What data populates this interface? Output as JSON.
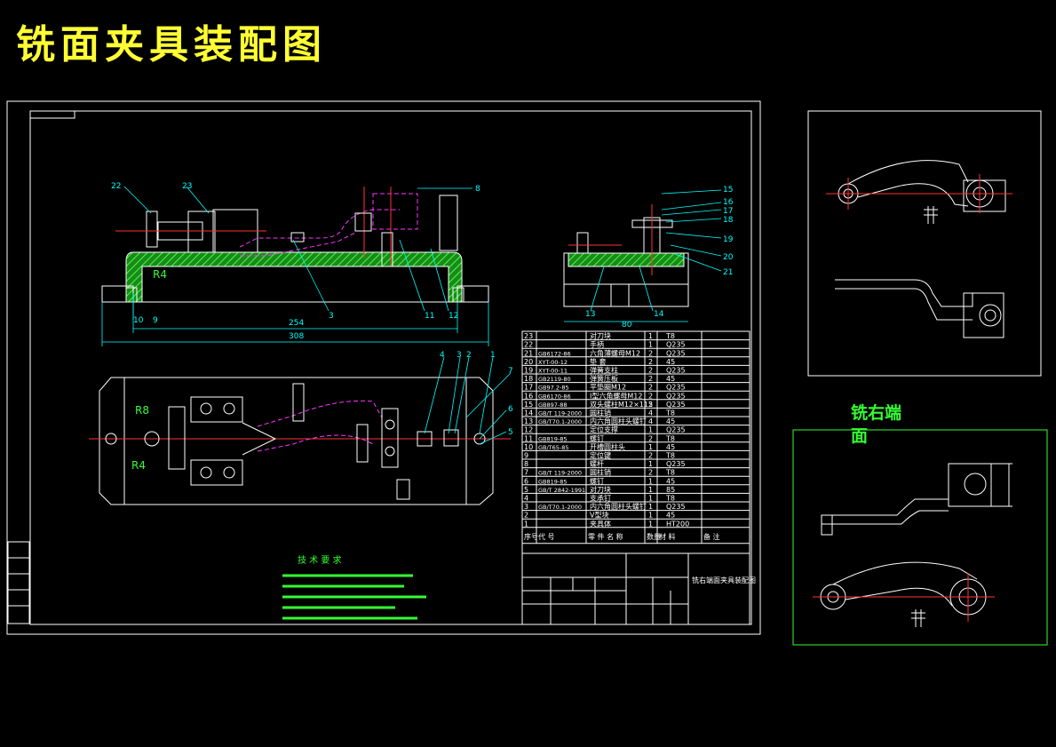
{
  "title": "铣面夹具装配图",
  "side_label": "铣右端面",
  "callouts": {
    "elevation": [
      "22",
      "23",
      "8",
      "R4",
      "10",
      "9",
      "3",
      "11",
      "12"
    ],
    "plan": [
      "4",
      "3",
      "2",
      "1",
      "7",
      "6",
      "5",
      "R8",
      "R4"
    ],
    "side": [
      "15",
      "16",
      "17",
      "18",
      "19",
      "20",
      "21",
      "13",
      "14"
    ]
  },
  "tech_requirements_title": "技 术 要 求",
  "bom_rows": [
    {
      "no": "23",
      "code": "",
      "name": "对刀块",
      "qty": "1",
      "mat": "T8"
    },
    {
      "no": "22",
      "code": "",
      "name": "手柄",
      "qty": "1",
      "mat": "Q235"
    },
    {
      "no": "21",
      "code": "GB6172-86",
      "name": "六角薄螺母M12",
      "qty": "2",
      "mat": "Q235"
    },
    {
      "no": "20",
      "code": "XYT-00-12",
      "name": "垫 套",
      "qty": "2",
      "mat": "45"
    },
    {
      "no": "19",
      "code": "XYT-00-11",
      "name": "弹簧支柱",
      "qty": "2",
      "mat": "Q235"
    },
    {
      "no": "18",
      "code": "GB2119-80",
      "name": "弹簧压板",
      "qty": "2",
      "mat": "45"
    },
    {
      "no": "17",
      "code": "GB97.2-85",
      "name": "平垫圈M12",
      "qty": "2",
      "mat": "Q235"
    },
    {
      "no": "16",
      "code": "GB6170-86",
      "name": "I型六角螺母M12",
      "qty": "2",
      "mat": "Q235"
    },
    {
      "no": "15",
      "code": "GB897-88",
      "name": "双头螺柱M12×115",
      "qty": "2",
      "mat": "Q235"
    },
    {
      "no": "14",
      "code": "GB/T 119-2000",
      "name": "圆柱销",
      "qty": "4",
      "mat": "T8"
    },
    {
      "no": "13",
      "code": "GB/T70.1-2000",
      "name": "内六角圆柱头螺钉",
      "qty": "4",
      "mat": "45"
    },
    {
      "no": "12",
      "code": "",
      "name": "定位支撑",
      "qty": "1",
      "mat": "Q235"
    },
    {
      "no": "11",
      "code": "GB819-85",
      "name": "螺钉",
      "qty": "2",
      "mat": "T8"
    },
    {
      "no": "10",
      "code": "GB/T65-85",
      "name": "开槽圆柱头",
      "qty": "1",
      "mat": "45"
    },
    {
      "no": "9",
      "code": "",
      "name": "定位键",
      "qty": "2",
      "mat": "T8"
    },
    {
      "no": "8",
      "code": "",
      "name": "螺杆",
      "qty": "1",
      "mat": "Q235"
    },
    {
      "no": "7",
      "code": "GB/T 119-2000",
      "name": "圆柱销",
      "qty": "2",
      "mat": "T8"
    },
    {
      "no": "6",
      "code": "GB819-85",
      "name": "螺钉",
      "qty": "1",
      "mat": "45"
    },
    {
      "no": "5",
      "code": "GB/T 2842-1991",
      "name": "对刀块",
      "qty": "1",
      "mat": "85"
    },
    {
      "no": "4",
      "code": "",
      "name": "支承钉",
      "qty": "1",
      "mat": "T8"
    },
    {
      "no": "3",
      "code": "GB/T70.1-2000",
      "name": "内六角圆柱头螺钉",
      "qty": "1",
      "mat": "Q235"
    },
    {
      "no": "2",
      "code": "",
      "name": "V型块",
      "qty": "1",
      "mat": "45"
    },
    {
      "no": "1",
      "code": "",
      "name": "夹具体",
      "qty": "1",
      "mat": "HT200"
    }
  ],
  "bom_header": [
    "序号",
    "代 号",
    "零 件 名 称",
    "数量",
    "材 料",
    "备 注"
  ],
  "drawing_name": "铣右端面夹具装配图"
}
